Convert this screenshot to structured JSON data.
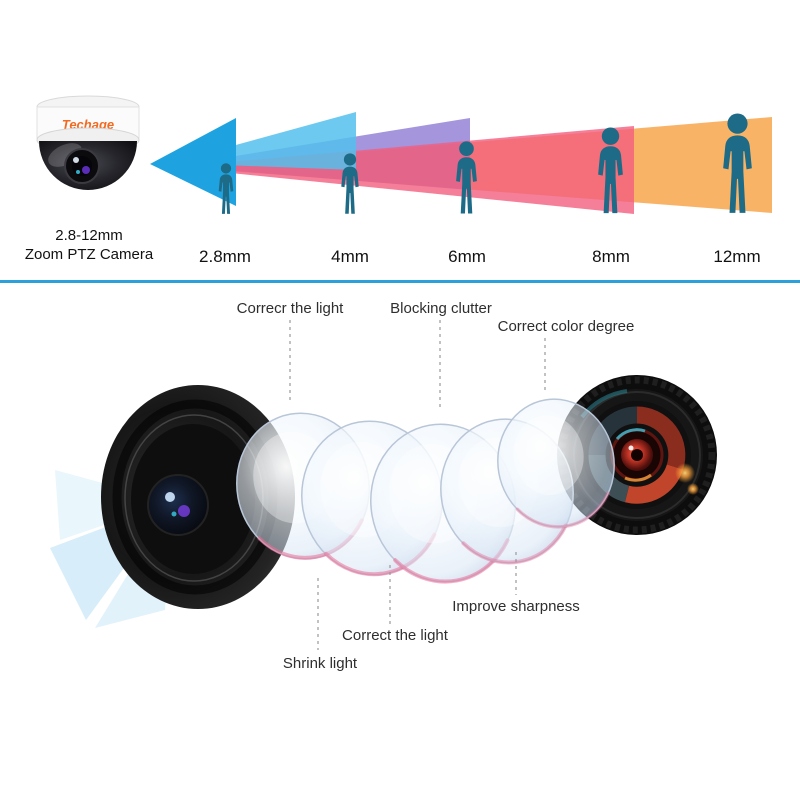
{
  "top": {
    "camera": {
      "brand": "Techage",
      "caption_line1": "2.8-12mm",
      "caption_line2": "Zoom PTZ Camera"
    },
    "focal_labels": [
      "2.8mm",
      "4mm",
      "6mm",
      "8mm",
      "12mm"
    ],
    "colors": {
      "arrow": "#1fa3e0",
      "beam_cyan": "#54c0ec",
      "beam_purple": "#8672d2",
      "beam_pink": "#f25e80",
      "beam_orange": "#f8ab55",
      "person": "#1e6b87",
      "divider": "#2da0d9"
    }
  },
  "diagram": {
    "labels": {
      "correct_light_top": "Correcr the light",
      "blocking_clutter": "Blocking clutter",
      "correct_color_degree": "Correct color degree",
      "improve_sharpness": "Improve sharpness",
      "correct_light_bottom": "Correct the light",
      "shrink_light": "Shrink light"
    }
  }
}
